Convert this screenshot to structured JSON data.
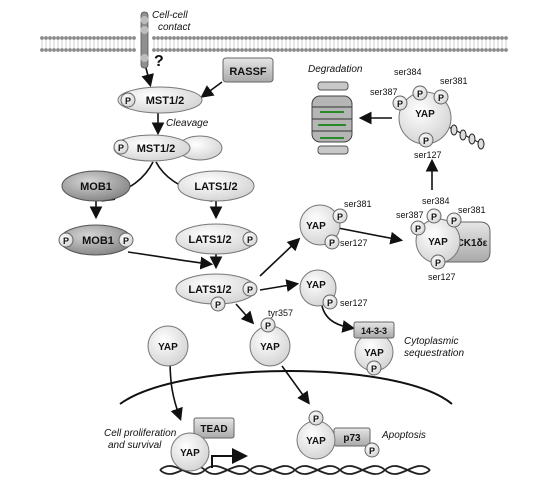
{
  "membrane": {
    "contact_label_line1": "Cell-cell",
    "contact_label_line2": "contact",
    "question": "?"
  },
  "nodes": {
    "rassf": "RASSF",
    "mst_phospho": "MST1/2",
    "cleavage": "Cleavage",
    "mst_cleaved": "MST1/2",
    "mob1": "MOB1",
    "mob1_p": "MOB1",
    "lats": "LATS1/2",
    "lats_p": "LATS1/2",
    "lats_active": "LATS1/2",
    "yap_nuclear_free": "YAP",
    "yap_tyr": "YAP",
    "yap_ser381": "YAP",
    "yap_ser127": "YAP",
    "yap_ck1": "YAP",
    "yap_ub": "YAP",
    "yap_1433": "YAP",
    "yap_tead": "YAP",
    "yap_p73": "YAP",
    "ck1": "CK1δε",
    "protein_1433": "14-3-3",
    "tead": "TEAD",
    "p73": "p73",
    "p": "P"
  },
  "sites": {
    "ser381": "ser381",
    "ser384": "ser384",
    "ser387": "ser387",
    "ser127": "ser127",
    "tyr357": "tyr357"
  },
  "outcomes": {
    "degradation": "Degradation",
    "cyto_line1": "Cytoplasmic",
    "cyto_line2": "sequestration",
    "prolif_line1": "Cell proliferation",
    "prolif_line2": "and survival",
    "apoptosis": "Apoptosis"
  },
  "colors": {
    "light_protein": "#ececec",
    "dark_protein": "#9c9c9c",
    "box_protein": "#c8c8c8",
    "membrane": "#8a8a8a"
  }
}
